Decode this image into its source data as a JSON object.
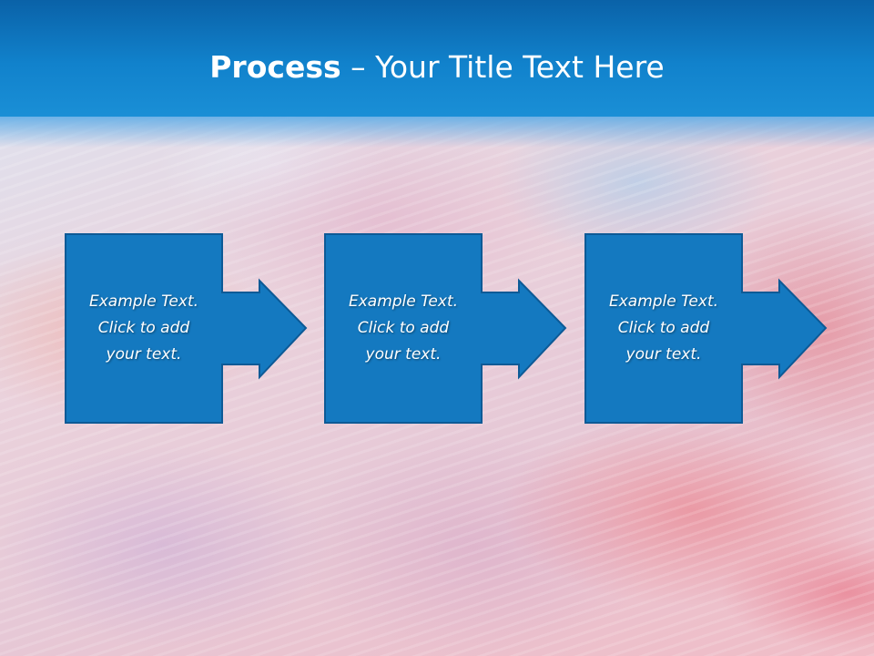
{
  "slide": {
    "title_bold": "Process",
    "title_rest": " – Your Title Text Here"
  },
  "colors": {
    "title_bar": "#1182cc",
    "step_fill": "#1479c0",
    "step_stroke": "#0d5a96",
    "text": "#ffffff"
  },
  "steps": [
    {
      "text": "Example Text.\nClick  to add\nyour text."
    },
    {
      "text": "Example Text.\nClick  to add\nyour text."
    },
    {
      "text": "Example Text.\nClick  to add\nyour text."
    }
  ]
}
